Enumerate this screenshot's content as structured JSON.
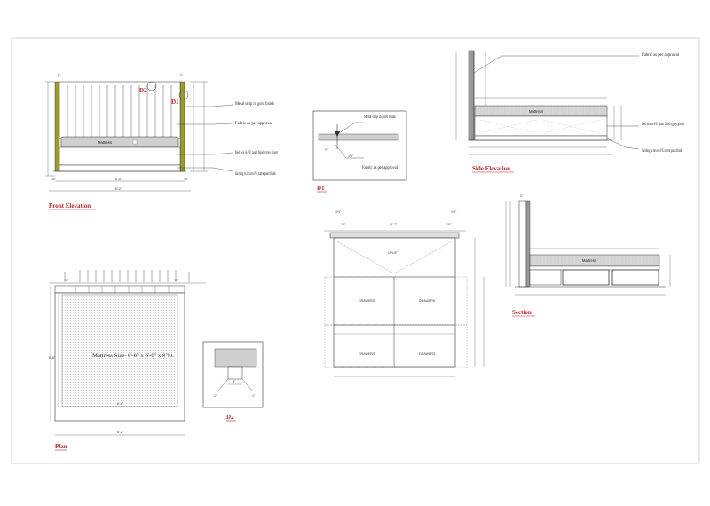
{
  "titles": {
    "front_elevation": "Front Elevation",
    "side_elevation": "Side Elevation",
    "plan": "Plan",
    "section": "Section",
    "d1": "D1",
    "d2": "D2"
  },
  "front_elevation": {
    "callout_d2": "D2",
    "callout_d1": "D1",
    "mattress": "Mattress",
    "note_metal": "Metal strip in gold finish",
    "note_fabric": "Fabric as per approval",
    "note_bedbox": "Bed box in PU paint finish (grey gloss)",
    "note_skirting": "Skirting in brown PU matte paint finish"
  },
  "detail_d1": {
    "note_metal": "Metal strip in gold finish",
    "note_fabric": "Fabric as per approval"
  },
  "side_elevation": {
    "mattress": "Mattress",
    "note_fabric": "Fabric as per approval",
    "note_bedbox": "Bed box in PU paint finish (grey gloss)",
    "note_skirting": "Skirting in brown PU matte paint finish"
  },
  "storage_plan": {
    "dim_left": "10\"",
    "dim_mid": "6'-7\"",
    "dim_right": "10\"",
    "uplift": "UPLIFT",
    "drawers": [
      "DRAWERS",
      "DRAWERS",
      "DRAWERS",
      "DRAWERS"
    ]
  },
  "plan": {
    "dim_left": "10\"",
    "dim_right": "10\"",
    "mattress_size": "Mattress Size- 6'-6\" x 6'-0\" x 8\"ht.",
    "dim_inner_width": "6'-0\"",
    "dim_outer_width": "6'-2\"",
    "dim_height": "6'-8\""
  },
  "detail_d2": {
    "dim_width": "4\"",
    "dim_left": "1\"",
    "dim_right": "1\""
  },
  "section": {
    "mattress": "Mattress"
  },
  "colors": {
    "title_red": "#b3262b",
    "gold_strip": "#9c9a2a",
    "mattress_grey": "#cfcfcf",
    "line": "#333333"
  }
}
